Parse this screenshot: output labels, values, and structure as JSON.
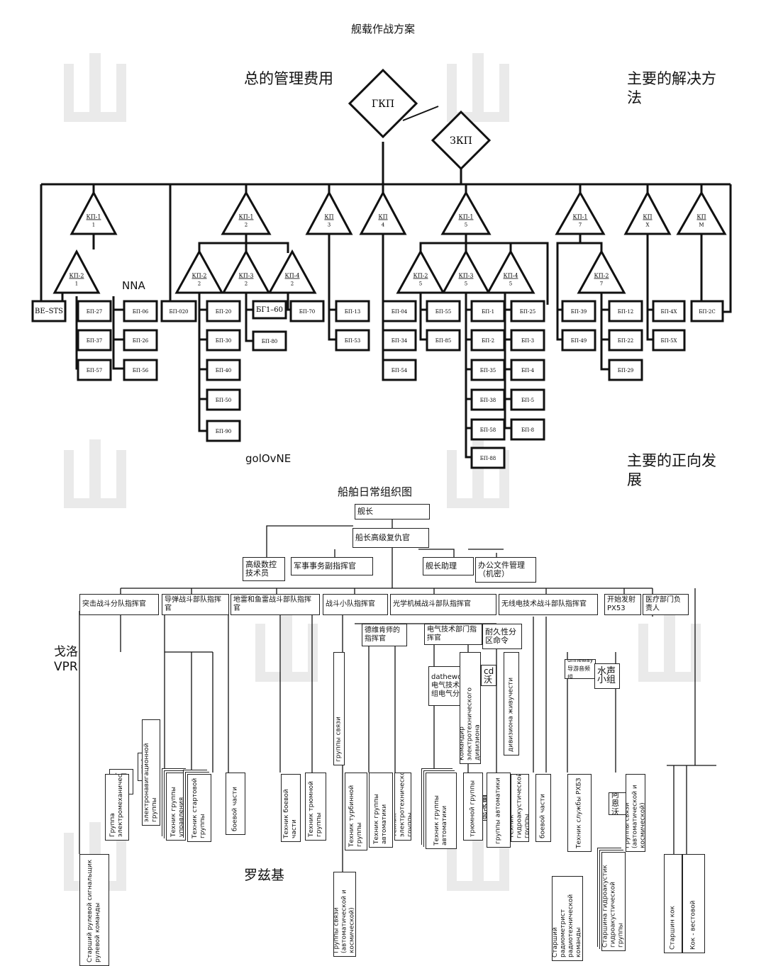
{
  "page": {
    "title": "舰载作战方案",
    "label_overall": "总的管理费用",
    "label_main_solution_line1": "主要的解决方",
    "label_main_solution_line2": "法",
    "label_main_forward_line1": "主要的正向发",
    "label_main_forward_line2": "展",
    "label_nna": "NNA",
    "label_golovne": "golOvNE",
    "org_title": "船舶日常组织图",
    "label_vpr_line1": "戈洛",
    "label_vpr_line2": "VPR",
    "label_rozazki": "罗兹基"
  },
  "top_chart": {
    "command": [
      {
        "id": "gkp",
        "label": "ГКП"
      },
      {
        "id": "zkp",
        "label": "ЗКП"
      }
    ],
    "command_posts": [
      {
        "id": "kp1-1",
        "label": "КП-1",
        "sub": "1"
      },
      {
        "id": "kp1-2",
        "label": "КП-1",
        "sub": "2"
      },
      {
        "id": "kp3",
        "label": "КП",
        "sub": "3"
      },
      {
        "id": "kp4",
        "label": "КП",
        "sub": "4"
      },
      {
        "id": "kp1-5",
        "label": "КП-1",
        "sub": "5"
      },
      {
        "id": "kp1-7",
        "label": "КП-1",
        "sub": "7"
      },
      {
        "id": "kpx",
        "label": "КП",
        "sub": "Х"
      },
      {
        "id": "kpm",
        "label": "КП",
        "sub": "М"
      },
      {
        "id": "kp2-1",
        "label": "КП-2",
        "sub": "1"
      },
      {
        "id": "kp2-2",
        "label": "КП-2",
        "sub": "2"
      },
      {
        "id": "kp3-2",
        "label": "КП-3",
        "sub": "2"
      },
      {
        "id": "kp4-2",
        "label": "КП-4",
        "sub": "2"
      },
      {
        "id": "kp2-5",
        "label": "КП-2",
        "sub": "5"
      },
      {
        "id": "kp3-5",
        "label": "КП-3",
        "sub": "5"
      },
      {
        "id": "kp4-5",
        "label": "КП-4",
        "sub": "5"
      },
      {
        "id": "kp2-7",
        "label": "КП-2",
        "sub": "7"
      }
    ],
    "combat_posts": [
      "BE–STS",
      "БП-27",
      "БП-37",
      "БП-57",
      "БП-06",
      "БП-26",
      "БП-56",
      "БП-020",
      "БП-20",
      "БП-30",
      "БП-40",
      "БП-50",
      "БП-90",
      "БГ1–60",
      "БП-80",
      "БП-70",
      "БП-13",
      "БП-53",
      "БП-04",
      "БП-34",
      "БП-54",
      "БП-55",
      "БП-85",
      "БП-1",
      "БП-2",
      "БП-35",
      "БП-38",
      "БП-58",
      "БП-88",
      "БП-25",
      "БП-3",
      "БП-4",
      "БП-5",
      "БП-8",
      "БП-39",
      "БП-49",
      "БП-12",
      "БП-22",
      "БП-29",
      "БП-4Х",
      "БП-5Х",
      "БП-2С"
    ]
  },
  "org_chart": {
    "top": [
      "舰长",
      "船长高级复仇官"
    ],
    "deputies": [
      "高级数控技术员",
      "军事事务副指挥官",
      "舰长助理",
      "办公文件管理（机密）"
    ],
    "departments": [
      "突击战斗分队指挥官",
      "导弹战斗部队指挥官",
      "地雷和鱼雷战斗部队指挥官",
      "战斗小队指挥官",
      "光学机械战斗部队指挥官",
      "无线电技术战斗部队指挥官",
      "开始发射PX53",
      "医疗部门负责人"
    ],
    "groups": [
      "德维肯师的指挥官",
      "电气技术部门指挥官",
      "耐久性分区命令",
      "dathewo电气技术小组电气分部",
      "cd沃",
      "dhheway导游音频组",
      "水声小组",
      "货币",
      "电子导航",
      "曼哈顿",
      "阿恩沃"
    ],
    "russian_labels": [
      "электронавигационной группы",
      "Техник группы управления",
      "Техник стартовой группы",
      "боевой части",
      "Техник боевой части",
      "Техник трюмной группы",
      "Техник турбинной группы",
      "Техник группы автоматики",
      "Техник электротехнической группы",
      "Техник группы автоматики",
      "трюмной группы",
      "группы автоматики",
      "Техник гидроакустической группы",
      "Техник службы РХБЗ",
      "Старший рулевой сигнальщик рулевой команды",
      "Группы связи (автоматической и космической)",
      "Старший радиометрист радиотехнической команды",
      "Старшина гидроакустик гидроакустической группы",
      "Старшина гидроакустик",
      "Старшин кок",
      "Кок - вестовой",
      "боевой части",
      "Группа электромеханической",
      "дивизиона живучести",
      "Командир электротехнического дивизиона",
      "группы связи"
    ]
  }
}
